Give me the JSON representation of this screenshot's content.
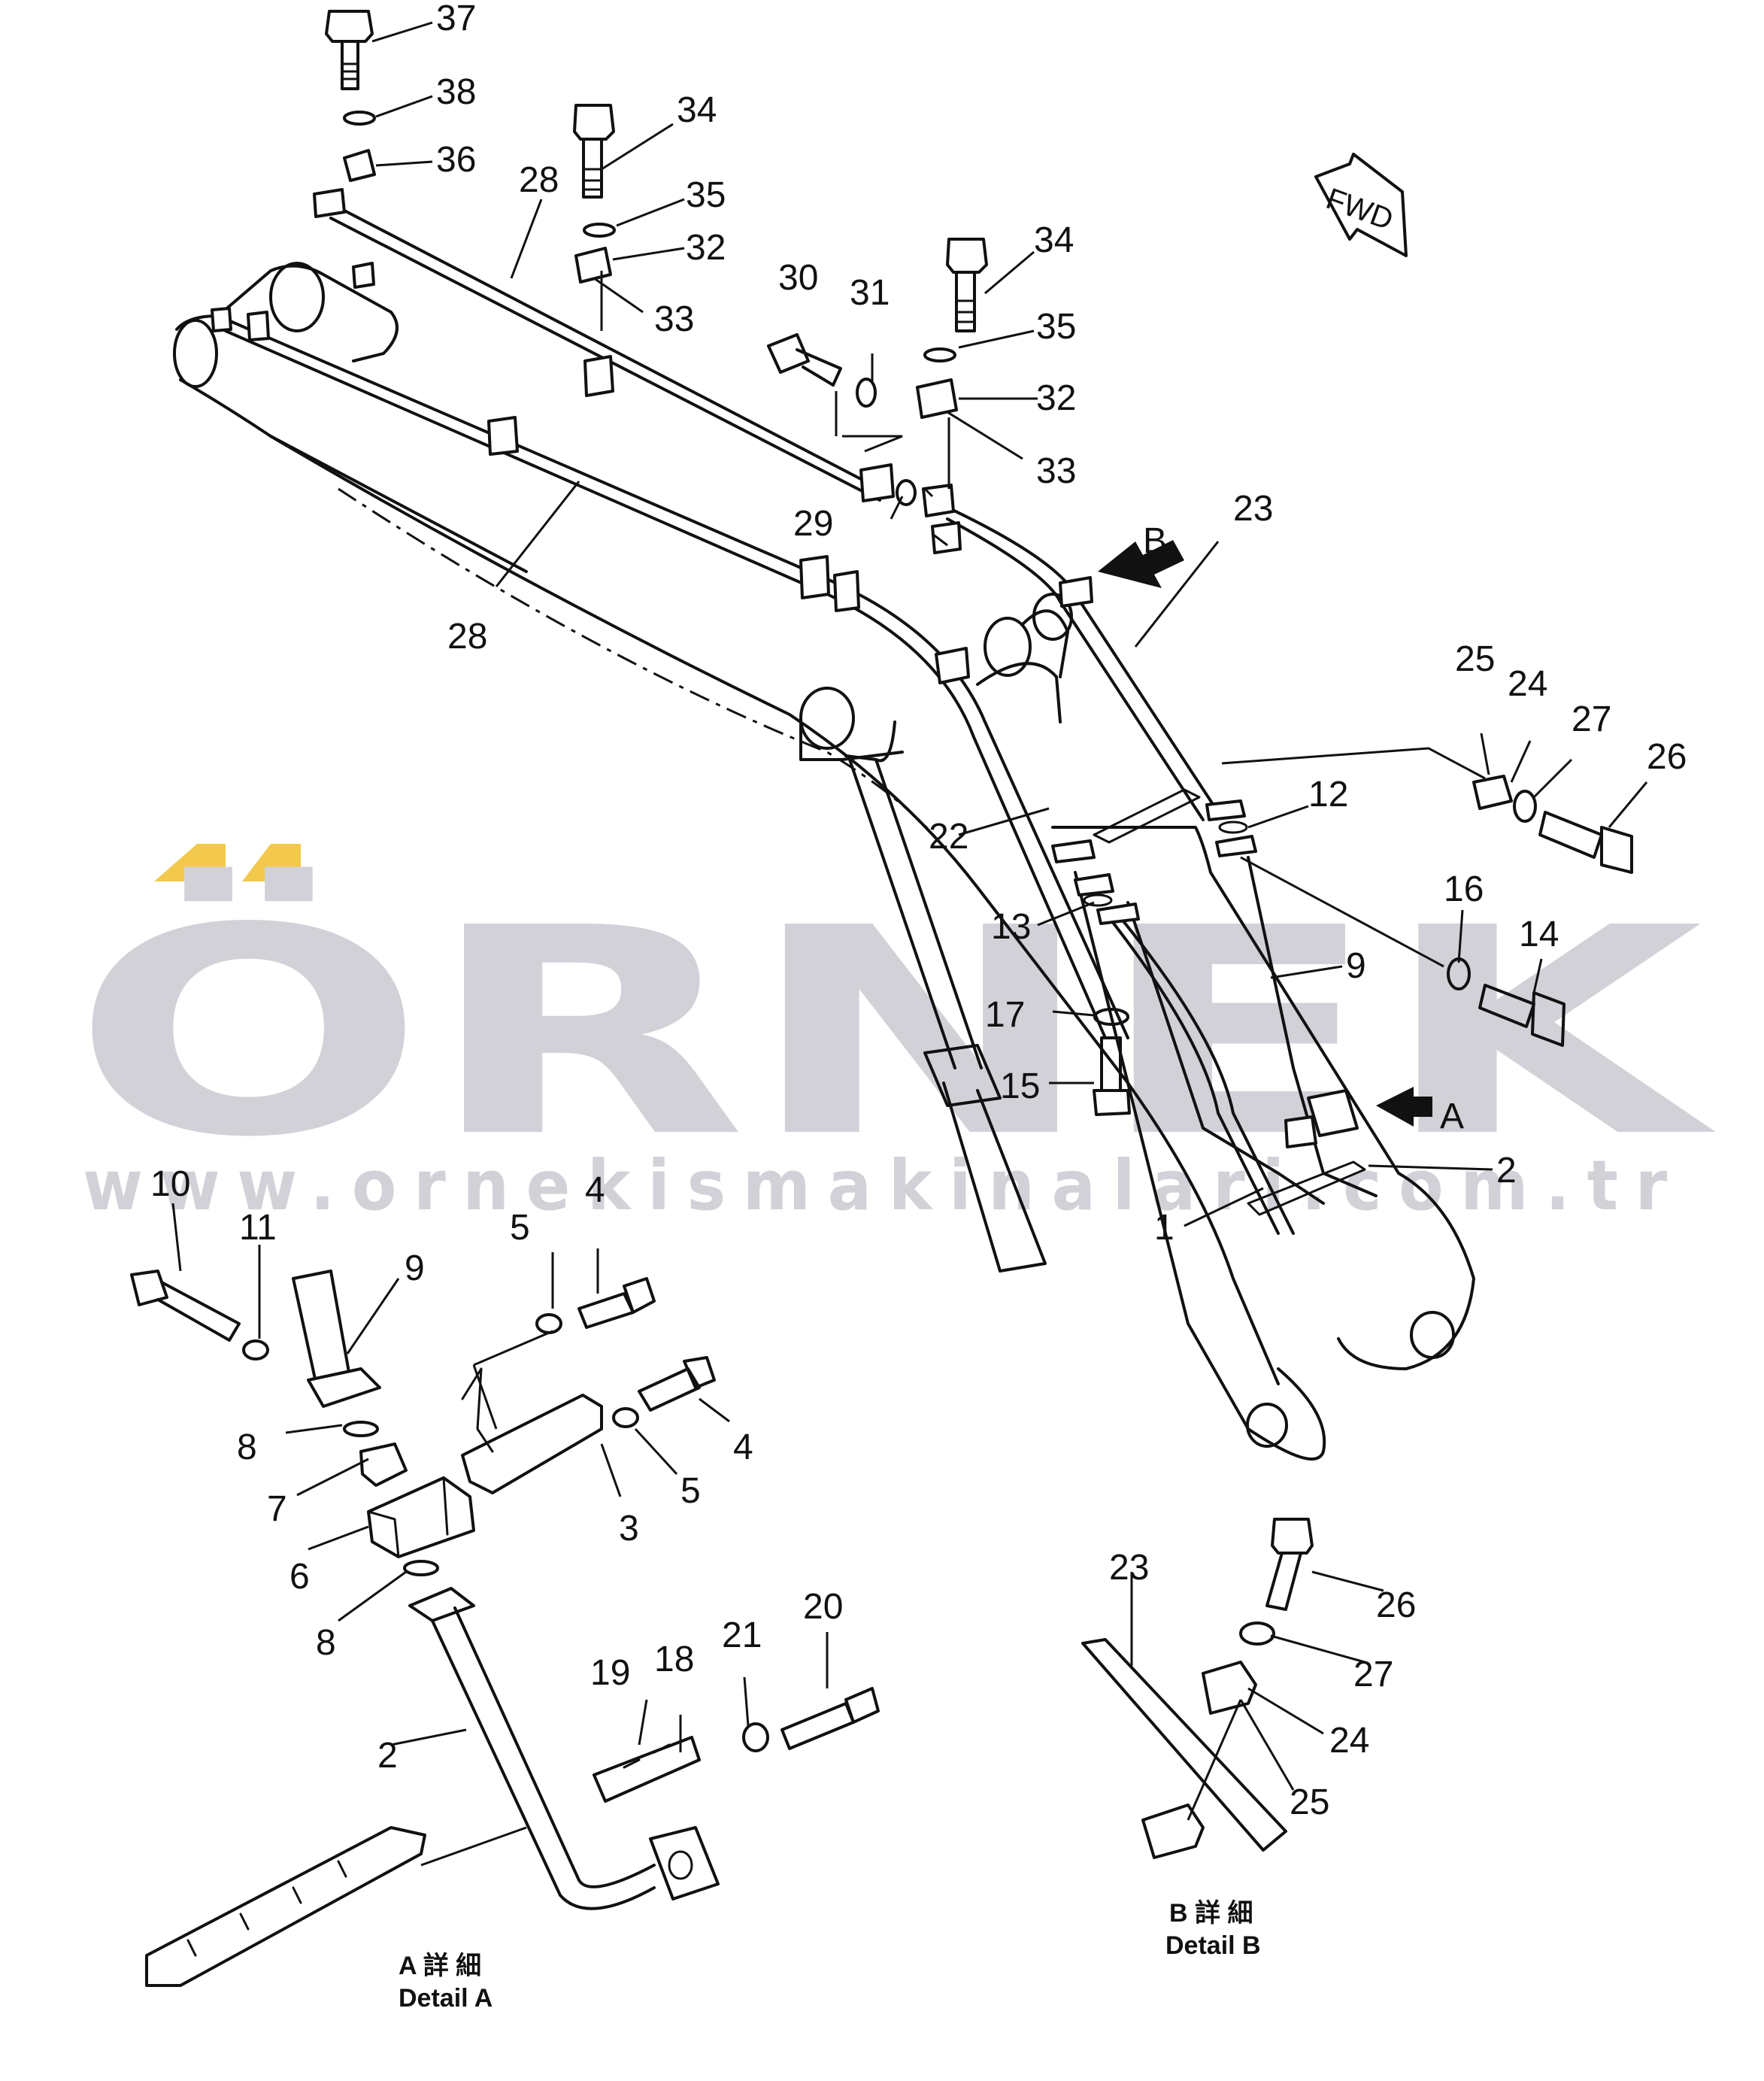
{
  "watermark": {
    "brand": "ÖRNEK",
    "url": "www.ornekismakinalari.com.tr",
    "accent_color": "#f2c94c",
    "text_color": "#d3d1d8"
  },
  "direction_marker": "FWD",
  "view_arrows": {
    "a": "A",
    "b": "B"
  },
  "detail_labels": {
    "a_jp": "A 詳 細",
    "a_en": "Detail A",
    "b_jp": "B 詳 細",
    "b_en": "Detail B"
  },
  "callouts": {
    "c37": "37",
    "c38": "38",
    "c36": "36",
    "c28a": "28",
    "c34a": "34",
    "c35a": "35",
    "c32a": "32",
    "c33a": "33",
    "c30": "30",
    "c31": "31",
    "c34b": "34",
    "c35b": "35",
    "c32b": "32",
    "c33b": "33",
    "c29": "29",
    "c23a": "23",
    "c28b": "28",
    "c22": "22",
    "c25a": "25",
    "c24a": "24",
    "c27a": "27",
    "c26a": "26",
    "c12": "12",
    "c16": "16",
    "c14": "14",
    "c13": "13",
    "c9a": "9",
    "c17": "17",
    "c15": "15",
    "c2a": "2",
    "c1": "1",
    "c10": "10",
    "c11": "11",
    "c9b": "9",
    "c5a": "5",
    "c4a": "4",
    "c8a": "8",
    "c7": "7",
    "c6": "6",
    "c8b": "8",
    "c3": "3",
    "c5b": "5",
    "c4b": "4",
    "c19": "19",
    "c18": "18",
    "c21": "21",
    "c20": "20",
    "c2b": "2",
    "c23b": "23",
    "c26b": "26",
    "c27b": "27",
    "c24b": "24",
    "c25b": "25"
  }
}
